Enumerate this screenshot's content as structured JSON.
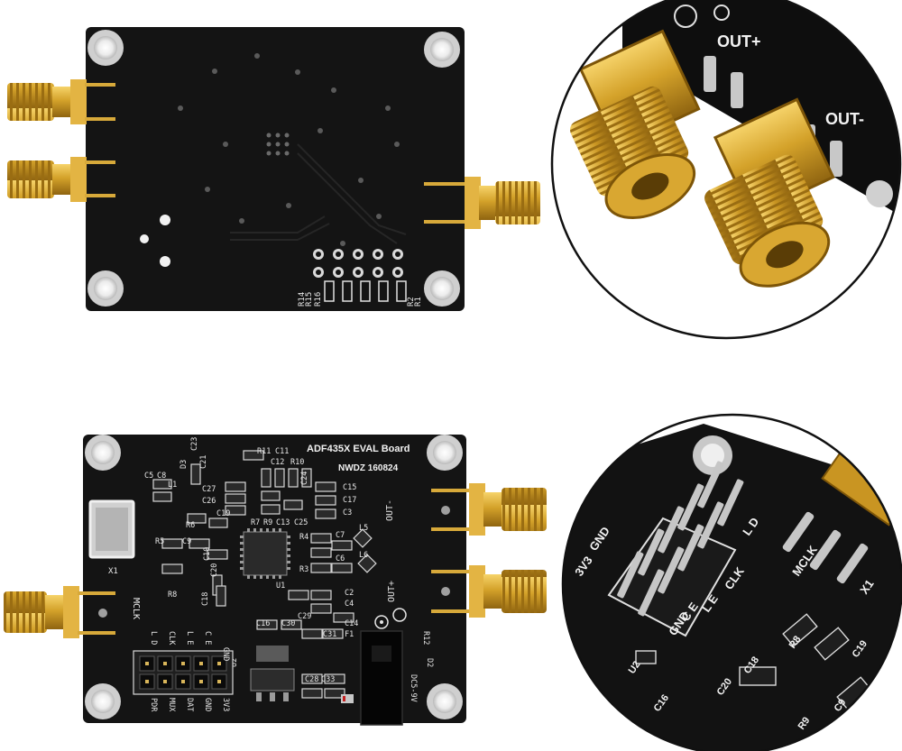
{
  "bottom_board": {
    "silkscreen": [
      "R15",
      "R16",
      "R14",
      "R1",
      "R2"
    ]
  },
  "top_board": {
    "title": "ADF435X EVAL Board",
    "subtitle": "NWDZ 160824",
    "crystal_label": "X1",
    "mclk": "MCLK",
    "out_minus": "OUT-",
    "out_plus": "OUT+",
    "power": "DC5-9V",
    "header_top": [
      "GND",
      "C E",
      "L E",
      "CLK",
      "L D"
    ],
    "header_bottom": [
      "3V3",
      "GND",
      "DAT",
      "MUX",
      "PDR"
    ],
    "parts": [
      "C23",
      "D3",
      "C21",
      "R11",
      "C11",
      "C12",
      "R10",
      "C24",
      "C15",
      "C17",
      "C3",
      "C27",
      "C26",
      "C19",
      "R6",
      "R5",
      "C9",
      "R8",
      "C10",
      "C20",
      "C18",
      "R7",
      "R9",
      "C13",
      "C25",
      "L5",
      "C7",
      "C6",
      "L6",
      "R4",
      "R3",
      "U1",
      "C2",
      "C4",
      "C14",
      "C16",
      "C30",
      "C29",
      "C31",
      "F1",
      "U2",
      "C28",
      "C33",
      "R12",
      "D2",
      "L1",
      "C5",
      "C8"
    ]
  },
  "zoom_top": {
    "labels": [
      "OUT+",
      "OUT-"
    ]
  },
  "zoom_bottom": {
    "labels": [
      "GND",
      "3V3",
      "L D",
      "CLK",
      "L E",
      "C E",
      "GND",
      "MCLK",
      "X1",
      "U2",
      "C20",
      "C18",
      "C16",
      "R8",
      "C19",
      "R9",
      "C9"
    ]
  }
}
